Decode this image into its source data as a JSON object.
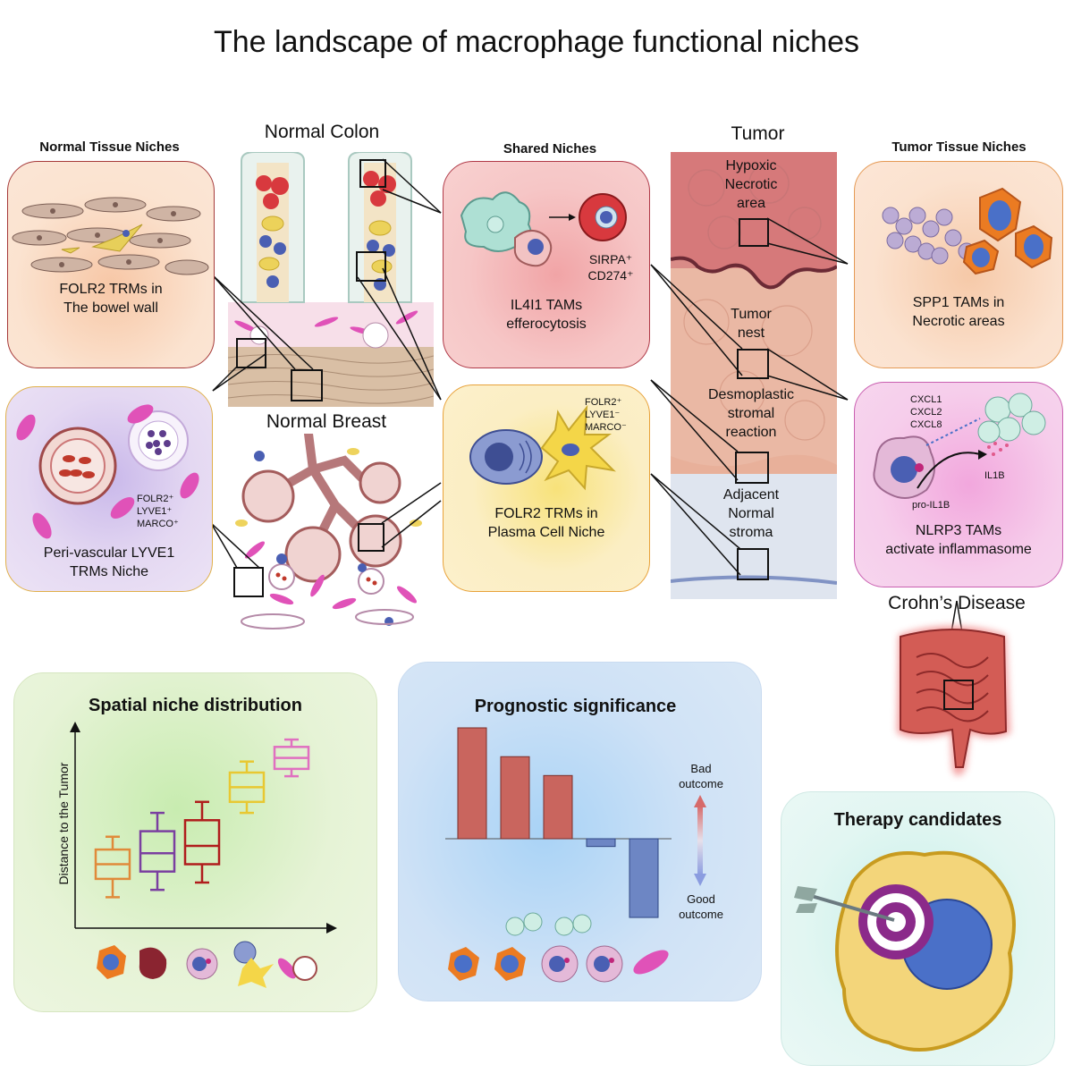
{
  "title": "The landscape of macrophage functional niches",
  "headers": {
    "normal_tissue": "Normal Tissue Niches",
    "shared": "Shared Niches",
    "tumor_tissue": "Tumor Tissue Niches",
    "normal_colon": "Normal Colon",
    "normal_breast": "Normal Breast",
    "tumor": "Tumor",
    "crohns": "Crohn’s Disease"
  },
  "panels": {
    "folr2_bowel": {
      "line1": "FOLR2 TRMs in",
      "line2": "The bowel wall"
    },
    "lyve1": {
      "line1": "Peri-vascular LYVE1",
      "line2": "TRMs Niche",
      "m1": "FOLR2⁺",
      "m2": "LYVE1⁺",
      "m3": "MARCO⁺"
    },
    "il4i1": {
      "line1": "IL4I1 TAMs",
      "line2": "efferocytosis",
      "m1": "SIRPA⁺",
      "m2": "CD274⁺"
    },
    "folr2_plasma": {
      "line1": "FOLR2 TRMs in",
      "line2": "Plasma Cell Niche",
      "m1": "FOLR2⁺",
      "m2": "LYVE1⁻",
      "m3": "MARCO⁻"
    },
    "spp1": {
      "line1": "SPP1 TAMs in",
      "line2": "Necrotic areas"
    },
    "nlrp3": {
      "line1": "NLRP3 TAMs",
      "line2": "activate inflammasome",
      "c1": "CXCL1",
      "c2": "CXCL2",
      "c3": "CXCL8",
      "il1b": "IL1B",
      "pro": "pro-IL1B"
    }
  },
  "tumor_regions": {
    "hypoxic": [
      "Hypoxic",
      "Necrotic",
      "area"
    ],
    "nest": [
      "Tumor",
      "nest"
    ],
    "desmo": [
      "Desmoplastic",
      "stromal",
      "reaction"
    ],
    "adjacent": [
      "Adjacent",
      "Normal",
      "stroma"
    ]
  },
  "bottom": {
    "spatial": {
      "title": "Spatial niche distribution",
      "ylabel": "Distance to the Tumor"
    },
    "prognostic": {
      "title": "Prognostic significance",
      "bad1": "Bad",
      "bad2": "outcome",
      "good1": "Good",
      "good2": "outcome"
    },
    "therapy": {
      "title": "Therapy candidates"
    }
  },
  "colors": {
    "orange": "#e08a3a",
    "purple": "#7a3fa0",
    "red": "#b01c1c",
    "yellow": "#e8c832",
    "pink": "#e070c0",
    "bar_red": "#c9655e",
    "bar_blue": "#6d86c4"
  },
  "chart_data": [
    {
      "type": "box",
      "title": "Spatial niche distribution",
      "ylabel": "Distance to the Tumor",
      "series": [
        {
          "color": "#e08a3a",
          "low": 0.12,
          "q1": 0.22,
          "median": 0.3,
          "q3": 0.38,
          "high": 0.45
        },
        {
          "color": "#7a3fa0",
          "low": 0.16,
          "q1": 0.26,
          "median": 0.36,
          "q3": 0.48,
          "high": 0.58
        },
        {
          "color": "#b01c1c",
          "low": 0.2,
          "q1": 0.3,
          "median": 0.4,
          "q3": 0.54,
          "high": 0.64
        },
        {
          "color": "#e8c832",
          "low": 0.58,
          "q1": 0.64,
          "median": 0.72,
          "q3": 0.8,
          "high": 0.86
        },
        {
          "color": "#e070c0",
          "low": 0.78,
          "q1": 0.82,
          "median": 0.88,
          "q3": 0.94,
          "high": 0.98
        }
      ]
    },
    {
      "type": "bar",
      "title": "Prognostic significance",
      "values": [
        1.0,
        0.74,
        0.57,
        -0.07,
        -0.71
      ],
      "colors": [
        "#c9655e",
        "#c9655e",
        "#c9655e",
        "#6d86c4",
        "#6d86c4"
      ]
    }
  ]
}
